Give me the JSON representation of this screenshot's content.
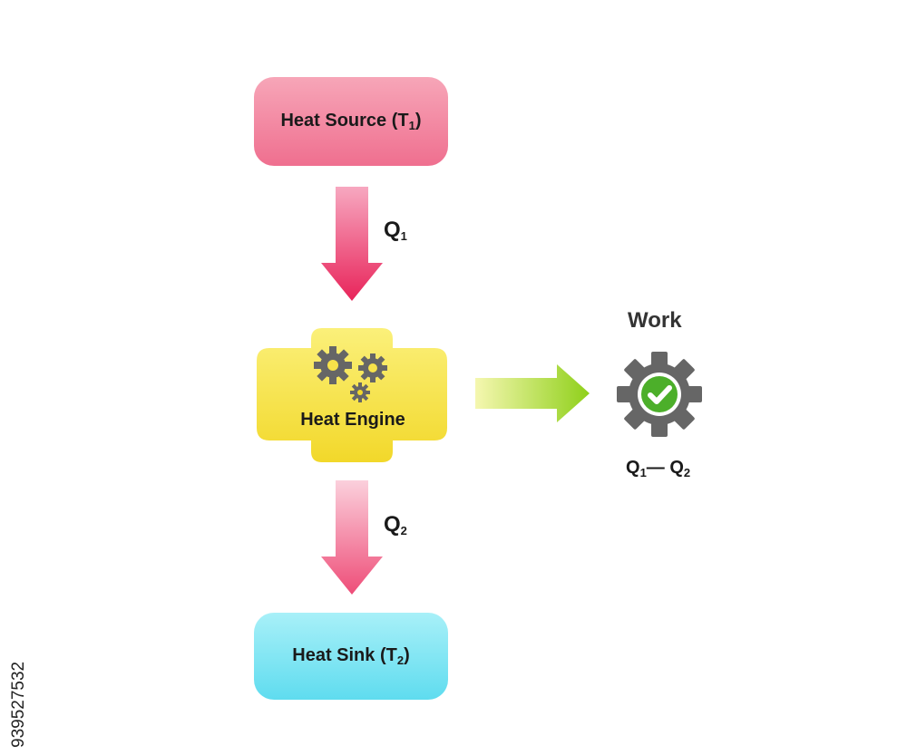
{
  "nodes": {
    "source": {
      "label": "Heat Source (T",
      "sub": "1",
      "close": ")"
    },
    "engine": {
      "label": "Heat Engine"
    },
    "sink": {
      "label": "Heat Sink (T",
      "sub": "2",
      "close": ")"
    }
  },
  "flows": {
    "q1": {
      "label": "Q",
      "sub": "1"
    },
    "q2": {
      "label": "Q",
      "sub": "2"
    }
  },
  "work": {
    "title": "Work",
    "formula": {
      "a": "Q",
      "a_sub": "1",
      "dash": "— ",
      "b": "Q",
      "b_sub": "2"
    }
  },
  "watermark": "939527532",
  "colors": {
    "source": "#ef6f8f",
    "engine": "#f2dc2a",
    "sink": "#5fdcef",
    "arrow_down": "#e8245a",
    "arrow_work": "#9ed422",
    "gear": "#666666",
    "check": "#4caf2a"
  },
  "icons": [
    "gears-icon",
    "work-gear-check-icon"
  ]
}
